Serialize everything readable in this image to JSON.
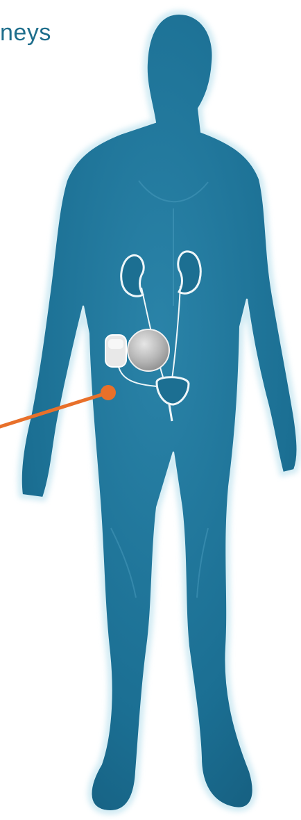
{
  "caption": {
    "text": "neys"
  },
  "colors": {
    "body_fill": "#1b6f93",
    "body_glow": "#bfe3ef",
    "accent_orange": "#e8702a",
    "device_silver": "#b9b9b9",
    "organ_outline": "#e8f2f6",
    "caption": "#1f6e8c"
  },
  "illustration": {
    "subject": "human-figure",
    "organs": [
      "kidney-left",
      "kidney-right",
      "bladder"
    ],
    "implant": [
      "reservoir-disc",
      "control-pump"
    ]
  }
}
